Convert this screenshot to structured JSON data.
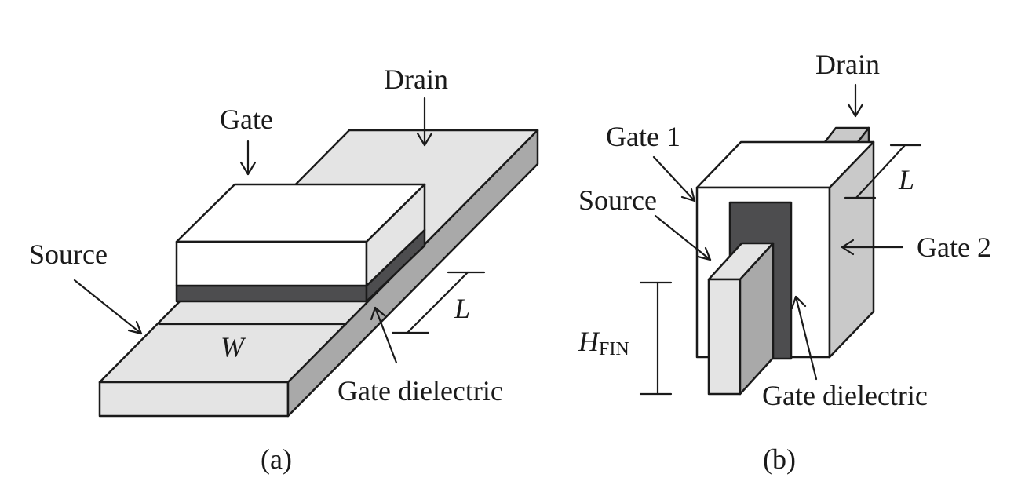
{
  "panel_a": {
    "caption": "(a)",
    "labels": {
      "drain": "Drain",
      "gate": "Gate",
      "source": "Source",
      "width": "W",
      "length": "L",
      "gate_dielectric": "Gate dielectric"
    }
  },
  "panel_b": {
    "caption": "(b)",
    "labels": {
      "drain": "Drain",
      "gate1": "Gate 1",
      "source": "Source",
      "length": "L",
      "gate2": "Gate 2",
      "hfin_main": "H",
      "hfin_sub": "FIN",
      "gate_dielectric": "Gate dielectric"
    }
  },
  "colors": {
    "light": "#e4e4e4",
    "mid": "#c9c9c9",
    "side": "#a9a9a9",
    "white": "#ffffff",
    "dark": "#4d4d4f",
    "line": "#1a1a1a"
  }
}
